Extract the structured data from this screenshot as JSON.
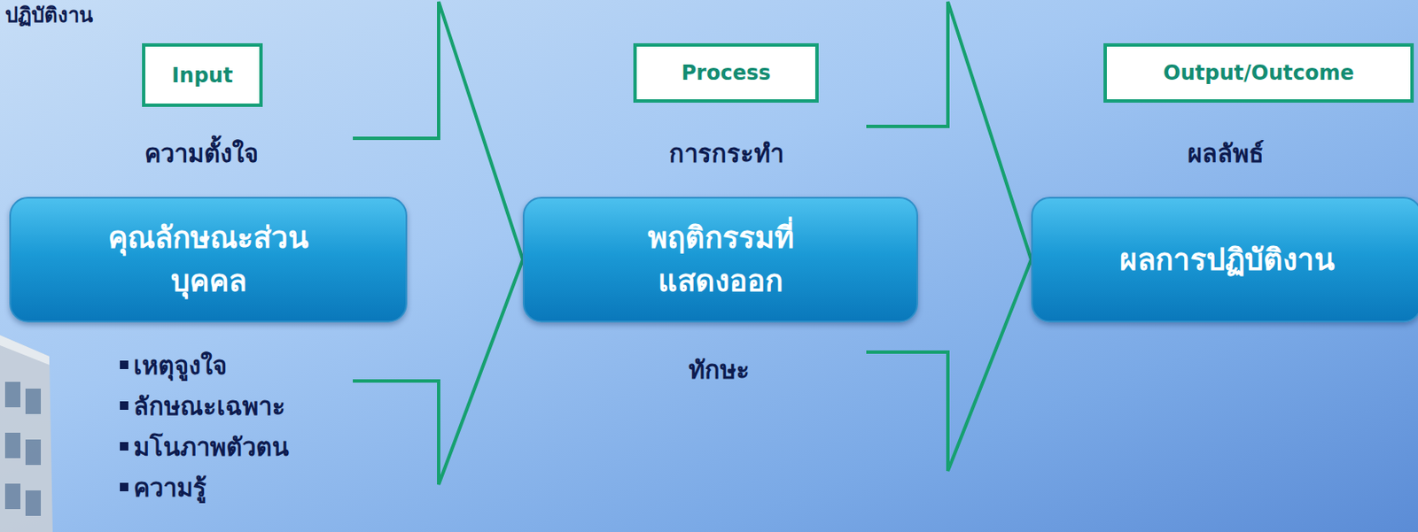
{
  "diagram": {
    "title": "ปฏิบัติงาน",
    "nodes": [
      {
        "text": [
          "Input"
        ]
      },
      {
        "text": [
          "คุณลักษณะส่วน บุคคล"
        ]
      },
      {
        "text": [
          "Process"
        ]
      },
      {
        "text": [
          "พฤติกรรมที่ แสดงออก"
        ]
      },
      {
        "text": [
          "Output/Outcome"
        ]
      },
      {
        "text": [
          "ผลการปฏิบัติงาน"
        ]
      }
    ],
    "edges": [
      {
        "from": 1,
        "to": 3,
        "arrow": "to"
      },
      {
        "from": 3,
        "to": 5,
        "arrow": "to"
      }
    ],
    "labels": [
      "ความตั้งใจ",
      "เหตุจูงใจ",
      "ลักษณะเฉพาะ",
      "มโนภาพตัวตน",
      "ความรู้",
      "การกระทำ",
      "ทักษะ",
      "ผลลัพธ์"
    ]
  }
}
